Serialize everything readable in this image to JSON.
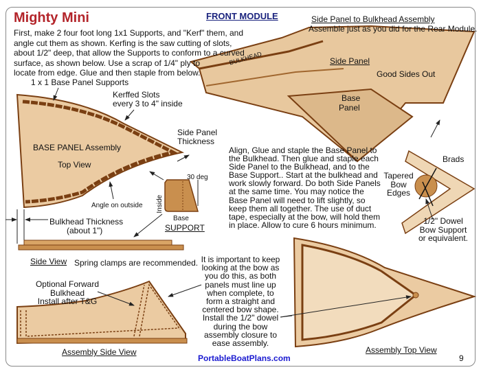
{
  "title": "Mighty Mini",
  "section": "FRONT MODULE",
  "intro": [
    "First, make 2 four foot long 1x1 Supports, and \"Kerf\" them, and",
    "angle cut them as shown. Kerfing is the saw cutting of slots,",
    "about 1/2\" deep, that allow the Supports to conform to a curved",
    "surface, as shown below. Use a scrap of 1/4\" ply to",
    "locate from edge.  Glue and then staple from below."
  ],
  "assembly": {
    "heading": "Side Panel to Bulkhead Assembly",
    "subtitle": "Assemble just as you did for the Rear Module.",
    "bulkhead": "BULKHEAD",
    "side_panel": "Side Panel",
    "good_sides": "Good Sides Out",
    "base_panel": [
      "Base",
      "Panel"
    ]
  },
  "base": {
    "supports": "1 x 1 Base Panel Supports",
    "kerf": [
      "Kerffed Slots",
      "every 3 to 4\" inside"
    ],
    "side_thickness": [
      "Side Panel",
      "Thickness"
    ],
    "assembly": "BASE PANEL Assembly",
    "top_view": "Top View",
    "angle": "Angle on outside",
    "bulkhead_thickness": [
      "Bulkhead Thickness",
      "(about 1\")"
    ],
    "deg": "30 deg",
    "inside": "Inside",
    "base": "Base",
    "support": "SUPPORT"
  },
  "side_view": "Side View",
  "clamps": "Spring clamps are recommended.",
  "align": [
    "Align, Glue and staple the Base Panel to",
    "the Bulkhead. Then glue and staple each",
    "Side Panel to the Bulkhead, and to the",
    "Base Support.. Start at the bulkhead and",
    "work slowly forward. Do both Side Panels",
    "at the same time. You may notice the",
    "Base Panel will need to lift slightly, so",
    "keep them all together. The use of duct",
    "tape, especially at the bow, will hold them",
    "in place. Allow to cure 6 hours minimum."
  ],
  "bow": {
    "brads": "Brads",
    "tapered": [
      "Tapered",
      "Bow",
      "Edges"
    ],
    "dowel": [
      "1/2\" Dowel",
      "Bow Support",
      "or equivalent."
    ]
  },
  "forward": [
    "Optional Forward Bulkhead",
    "Install after T&G"
  ],
  "assembly_side": "Assembly Side View",
  "important": [
    "It is important to keep",
    "looking at the bow as",
    "you do this, as both",
    "panels must line up",
    "when complete, to",
    "form a straight and",
    "centered bow shape.",
    "Install the 1/2\" dowel",
    "during the bow",
    "assembly closure to",
    "ease assembly."
  ],
  "assembly_top": "Assembly Top View",
  "website": "PortableBoatPlans.com",
  "page": "9",
  "colors": {
    "title": "#b3242a",
    "heading": "#1a237e",
    "link": "#1a1ad0",
    "wood": "#e9c9a0",
    "edge": "#7a3f12"
  }
}
